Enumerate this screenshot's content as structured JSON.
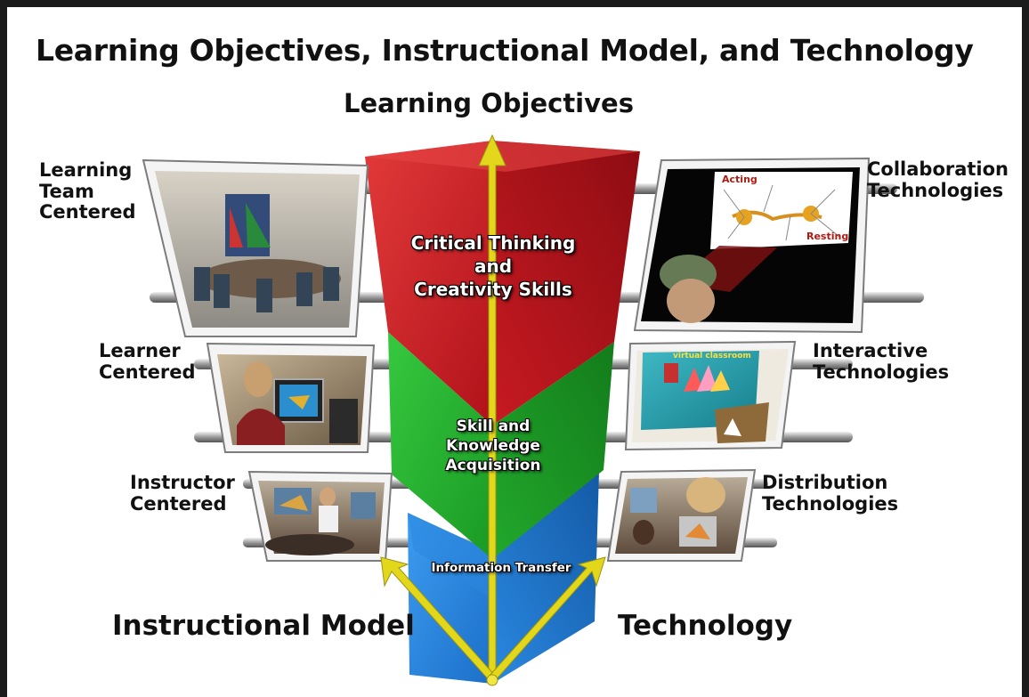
{
  "title": "Learning Objectives, Instructional Model, and Technology",
  "axes": {
    "vertical": "Learning Objectives",
    "left": "Instructional Model",
    "right": "Technology"
  },
  "objectives": {
    "top": [
      "Critical Thinking",
      "and",
      "Creativity Skills"
    ],
    "middle": [
      "Skill and",
      "Knowledge",
      "Acquisition"
    ],
    "bottom": "Information Transfer"
  },
  "instructional_models": [
    {
      "lines": [
        "Learning",
        "Team",
        "Centered"
      ]
    },
    {
      "lines": [
        "Learner",
        "Centered"
      ]
    },
    {
      "lines": [
        "Instructor",
        "Centered"
      ]
    }
  ],
  "technologies": [
    {
      "lines": [
        "Collaboration",
        "Technologies"
      ]
    },
    {
      "lines": [
        "Interactive",
        "Technologies"
      ]
    },
    {
      "lines": [
        "Distribution",
        "Technologies"
      ]
    }
  ],
  "photo_labels": {
    "acting": "Acting",
    "resting": "Resting",
    "virtual_classroom": "virtual classroom"
  },
  "colors": {
    "red": "#c8141a",
    "green": "#1fae2a",
    "blue": "#1f7fd6",
    "arrow": "#e3d71c",
    "frame": "#1b1b1b"
  }
}
